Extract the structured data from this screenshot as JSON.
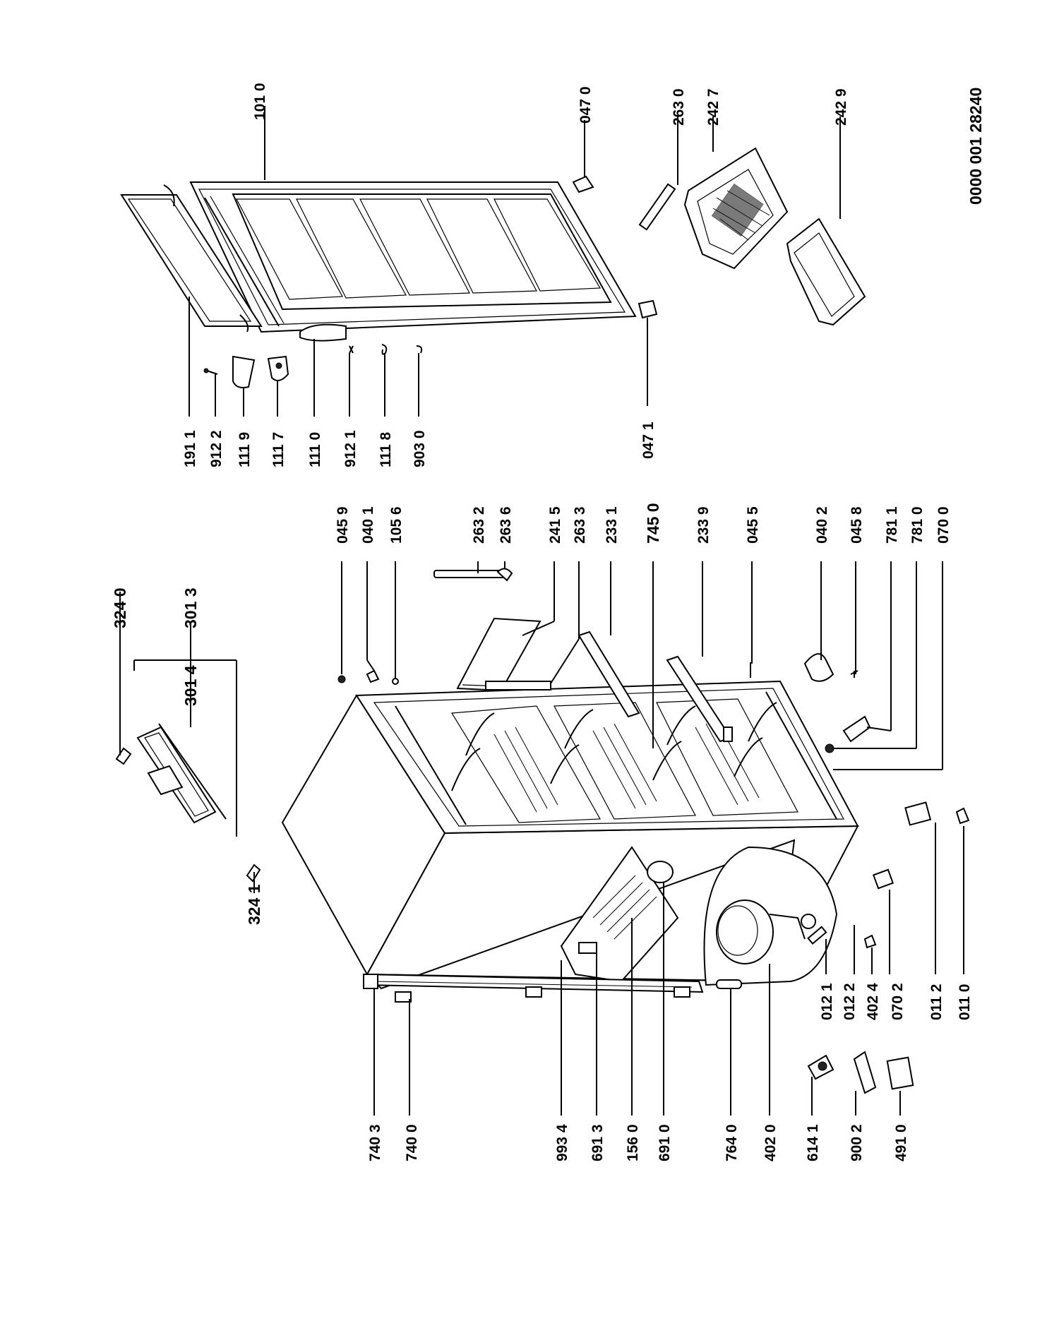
{
  "drawing_number": "0000 001 28240",
  "labels": [
    {
      "key": "p1010",
      "text": "101 0"
    },
    {
      "key": "p0470",
      "text": "047 0"
    },
    {
      "key": "p2630_top",
      "text": "263 0"
    },
    {
      "key": "p2427",
      "text": "242 7"
    },
    {
      "key": "p2429",
      "text": "242 9"
    },
    {
      "key": "p1911",
      "text": "191 1"
    },
    {
      "key": "p9122",
      "text": "912 2"
    },
    {
      "key": "p1119",
      "text": "111 9"
    },
    {
      "key": "p1117",
      "text": "111 7"
    },
    {
      "key": "p1110",
      "text": "111 0"
    },
    {
      "key": "p9121",
      "text": "912 1"
    },
    {
      "key": "p1118",
      "text": "111 8"
    },
    {
      "key": "p9030",
      "text": "903 0"
    },
    {
      "key": "p0471",
      "text": "047 1"
    },
    {
      "key": "p3240",
      "text": "324 0"
    },
    {
      "key": "p3013",
      "text": "301 3"
    },
    {
      "key": "p3014",
      "text": "301 4"
    },
    {
      "key": "p3241",
      "text": "324 1"
    },
    {
      "key": "p0459",
      "text": "045 9"
    },
    {
      "key": "p0401",
      "text": "040 1"
    },
    {
      "key": "p1056",
      "text": "105 6"
    },
    {
      "key": "p2632",
      "text": "263 2"
    },
    {
      "key": "p2636",
      "text": "263 6"
    },
    {
      "key": "p2415",
      "text": "241 5"
    },
    {
      "key": "p2633",
      "text": "263 3"
    },
    {
      "key": "p2331",
      "text": "233 1"
    },
    {
      "key": "p7450",
      "text": "745 0"
    },
    {
      "key": "p2339",
      "text": "233 9"
    },
    {
      "key": "p0455",
      "text": "045 5"
    },
    {
      "key": "p0402",
      "text": "040 2"
    },
    {
      "key": "p0458",
      "text": "045 8"
    },
    {
      "key": "p7811",
      "text": "781 1"
    },
    {
      "key": "p7810",
      "text": "781 0"
    },
    {
      "key": "p0700",
      "text": "070 0"
    },
    {
      "key": "p0121",
      "text": "012 1"
    },
    {
      "key": "p0122",
      "text": "012 2"
    },
    {
      "key": "p4024",
      "text": "402 4"
    },
    {
      "key": "p0702",
      "text": "070 2"
    },
    {
      "key": "p0112",
      "text": "011 2"
    },
    {
      "key": "p0110",
      "text": "011 0"
    },
    {
      "key": "p7403",
      "text": "740 3"
    },
    {
      "key": "p7400",
      "text": "740 0"
    },
    {
      "key": "p9934",
      "text": "993 4"
    },
    {
      "key": "p6913",
      "text": "691 3"
    },
    {
      "key": "p1560",
      "text": "156 0"
    },
    {
      "key": "p6910",
      "text": "691 0"
    },
    {
      "key": "p7640",
      "text": "764 0"
    },
    {
      "key": "p4020",
      "text": "402 0"
    },
    {
      "key": "p6141",
      "text": "614 1"
    },
    {
      "key": "p9002",
      "text": "900 2"
    },
    {
      "key": "p4910",
      "text": "491 0"
    }
  ]
}
